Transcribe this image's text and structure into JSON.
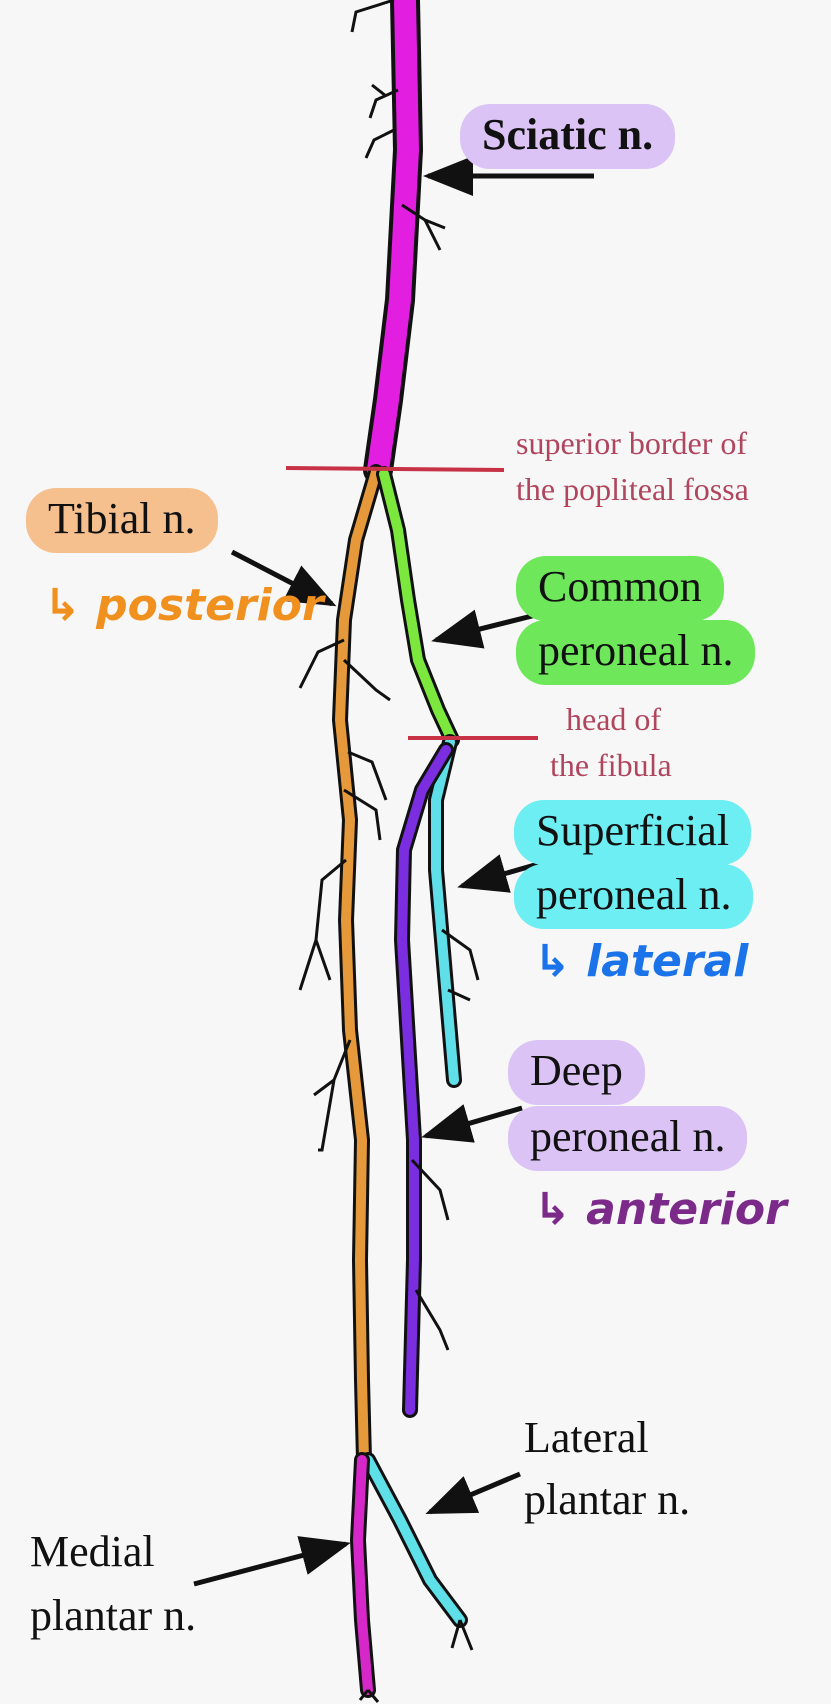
{
  "labels": {
    "sciatic": "Sciatic n.",
    "tibial": "Tibial n.",
    "common_1": "Common",
    "common_2": "peroneal n.",
    "superficial_1": "Superficial",
    "superficial_2": "peroneal n.",
    "deep_1": "Deep",
    "deep_2": "peroneal n.",
    "lateral_plantar_1": "Lateral",
    "lateral_plantar_2": "plantar n.",
    "medial_plantar_1": "Medial",
    "medial_plantar_2": "plantar n."
  },
  "landmarks": {
    "popliteal_1": "superior border of",
    "popliteal_2": "the popliteal fossa",
    "fibula_1": "head of",
    "fibula_2": "the fibula"
  },
  "notes": {
    "posterior": "↳ posterior",
    "lateral": "↳ lateral",
    "anterior": "↳ anterior"
  },
  "colors": {
    "sciatic": "#e21ee0",
    "tibial": "#e5993a",
    "common": "#7ce83d",
    "superficial": "#5fe0e8",
    "deep": "#7a2ee0",
    "plantar": "#d628c8",
    "pill_sciatic": "#dcc3f5",
    "pill_tibial": "#f5c08e",
    "pill_common": "#6ee85a",
    "pill_superficial": "#6ceef2",
    "pill_deep": "#dcc3f5",
    "landmark_line": "#c83246",
    "landmark_text": "#b0455e",
    "note_posterior": "#f0901e",
    "note_lateral": "#1a73e8",
    "note_anterior": "#7b2a8a"
  }
}
